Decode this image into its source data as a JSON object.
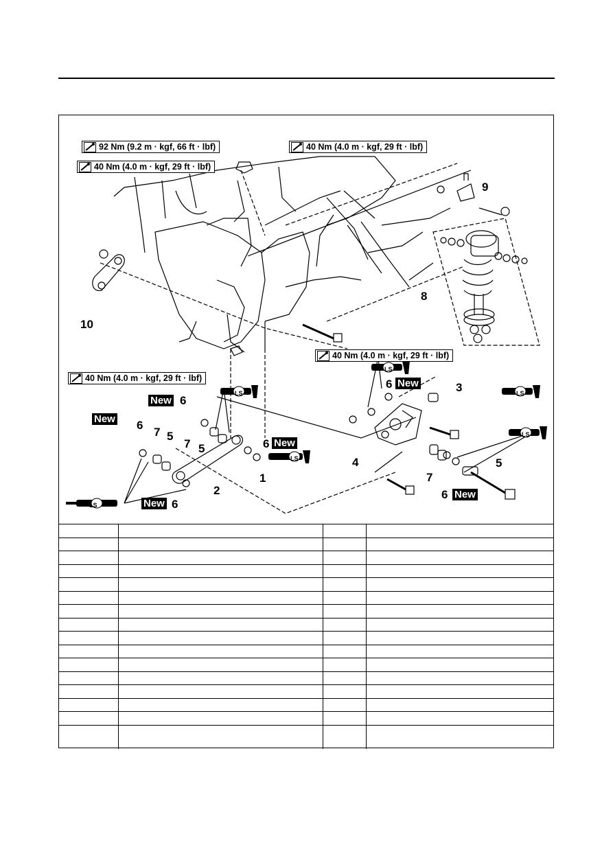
{
  "torque_specs": {
    "t1": "92 Nm (9.2 m · kgf, 66 ft · lbf)",
    "t2": "40 Nm (4.0 m · kgf, 29 ft · lbf)",
    "t3": "40 Nm (4.0 m · kgf, 29 ft · lbf)",
    "t4": "40 Nm (4.0 m · kgf, 29 ft · lbf)",
    "t5": "40 Nm (4.0 m · kgf, 29 ft · lbf)"
  },
  "badges": {
    "new": "New"
  },
  "callouts": {
    "n1": "1",
    "n2": "2",
    "n3": "3",
    "n4": "4",
    "n5a": "5",
    "n5b": "5",
    "n5c": "5",
    "n6a": "6",
    "n6b": "6",
    "n6c": "6",
    "n6d": "6",
    "n6e": "6",
    "n6f": "6",
    "n7a": "7",
    "n7b": "7",
    "n7c": "7",
    "n8": "8",
    "n9": "9",
    "n10": "10"
  },
  "lubricant_label": "LS",
  "icons": {
    "torque": "torque-wrench-icon",
    "grease_gun": "grease-gun-icon"
  },
  "parts_table": {
    "rows": 16,
    "columns": 4
  }
}
